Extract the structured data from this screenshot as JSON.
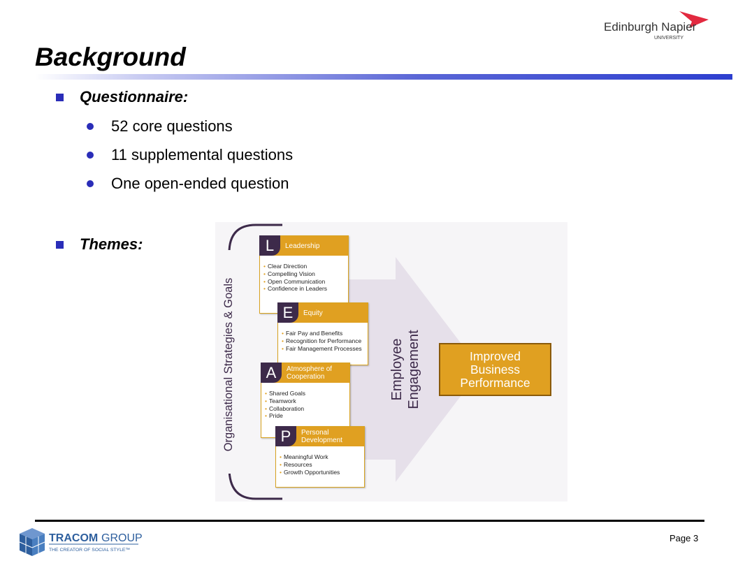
{
  "slide": {
    "title": "Background",
    "page_label": "Page 3"
  },
  "bullets": {
    "questionnaire_label": "Questionnaire:",
    "sub_items": [
      "52 core questions",
      "11 supplemental questions",
      "One open-ended question"
    ],
    "themes_label": "Themes:"
  },
  "diagram": {
    "side_label": "Organisational Strategies & Goals",
    "arrow_label_lines": [
      "Employee",
      "Engagement"
    ],
    "result_lines": [
      "Improved",
      "Business",
      "Performance"
    ],
    "cards": [
      {
        "letter": "L",
        "title_lines": [
          "Leadership"
        ],
        "items": [
          "Clear Direction",
          "Compelling Vision",
          "Open Communication",
          "Confidence in Leaders"
        ]
      },
      {
        "letter": "E",
        "title_lines": [
          "Equity"
        ],
        "items": [
          "Fair Pay and Benefits",
          "Recognition for Performance",
          "Fair Management Processes"
        ]
      },
      {
        "letter": "A",
        "title_lines": [
          "Atmosphere of",
          "Cooperation"
        ],
        "items": [
          "Shared Goals",
          "Teamwork",
          "Collaboration",
          "Pride"
        ]
      },
      {
        "letter": "P",
        "title_lines": [
          "Personal",
          "Development"
        ],
        "items": [
          "Meaningful Work",
          "Resources",
          "Growth Opportunities"
        ]
      }
    ]
  },
  "logos": {
    "university_name": "Edinburgh Napier",
    "university_sub": "UNIVERSITY",
    "company_name_bold": "TRACOM",
    "company_name_light": "GROUP",
    "company_tagline": "THE CREATOR OF SOCIAL STYLE™"
  },
  "colors": {
    "accent_orange": "#e0a021",
    "letter_purple": "#3d2a4a",
    "bullet_blue": "#2a2db8",
    "arrow_lavender": "#e6e0ea",
    "logo_red": "#e2293f",
    "tracom_blue": "#2e5f9e"
  }
}
